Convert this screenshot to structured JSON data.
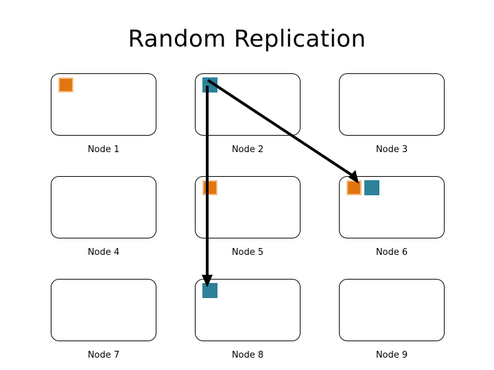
{
  "slide": {
    "title": "Random Replication",
    "background_color": "#FFFFFF"
  },
  "palette": {
    "orange_chunk": "#E2760E",
    "orange_chunk_border": "#F4C390",
    "teal_chunk": "#2E8199",
    "box_border": "#000000",
    "arrow_color": "#000000",
    "text_color": "#000000"
  },
  "grid": {
    "rows": 3,
    "columns": 3,
    "nodes": [
      {
        "id": "node-1",
        "label": "Node 1",
        "row": 1,
        "column": 1,
        "chunks": [
          {
            "color_name": "orange",
            "slot": 1
          }
        ]
      },
      {
        "id": "node-2",
        "label": "Node 2",
        "row": 1,
        "column": 2,
        "chunks": [
          {
            "color_name": "teal",
            "slot": 1
          }
        ]
      },
      {
        "id": "node-3",
        "label": "Node 3",
        "row": 1,
        "column": 3,
        "chunks": []
      },
      {
        "id": "node-4",
        "label": "Node 4",
        "row": 2,
        "column": 1,
        "chunks": []
      },
      {
        "id": "node-5",
        "label": "Node 5",
        "row": 2,
        "column": 2,
        "chunks": [
          {
            "color_name": "orange",
            "slot": 1
          }
        ]
      },
      {
        "id": "node-6",
        "label": "Node 6",
        "row": 2,
        "column": 3,
        "chunks": [
          {
            "color_name": "orange",
            "slot": 1
          },
          {
            "color_name": "teal",
            "slot": 2
          }
        ]
      },
      {
        "id": "node-7",
        "label": "Node 7",
        "row": 3,
        "column": 1,
        "chunks": []
      },
      {
        "id": "node-8",
        "label": "Node 8",
        "row": 3,
        "column": 2,
        "chunks": [
          {
            "color_name": "teal",
            "slot": 1
          }
        ]
      },
      {
        "id": "node-9",
        "label": "Node 9",
        "row": 3,
        "column": 3,
        "chunks": []
      }
    ]
  },
  "replication_arrows": [
    {
      "id": "arrow-node2-to-node8",
      "from_node": "Node 2",
      "to_node": "Node 8",
      "direction": "vertical-down"
    },
    {
      "id": "arrow-node2-to-node6",
      "from_node": "Node 2",
      "to_node": "Node 6",
      "direction": "diagonal-down-right"
    }
  ]
}
